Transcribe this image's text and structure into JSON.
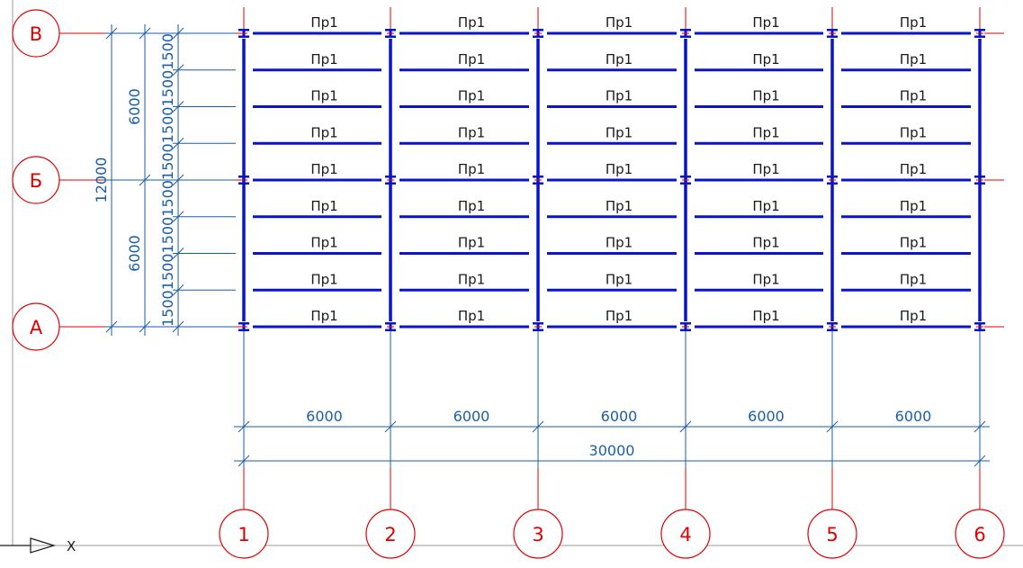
{
  "drawing": {
    "column_axes": [
      "1",
      "2",
      "3",
      "4",
      "5",
      "6"
    ],
    "row_axes": [
      "В",
      "Б",
      "А"
    ],
    "beam_label": "Пр1",
    "horizontal_dimensions": {
      "spans": [
        "6000",
        "6000",
        "6000",
        "6000",
        "6000"
      ],
      "total": "30000"
    },
    "vertical_dimensions": {
      "total": "12000",
      "halves": [
        "6000",
        "6000"
      ],
      "spacing": [
        "1500",
        "1500",
        "1500",
        "1500",
        "1500",
        "1500",
        "1500",
        "1500"
      ]
    },
    "ucs_axis_label": "X"
  },
  "colors": {
    "axis": "#e00000",
    "beam": "#0a14c8",
    "dimension": "#1a5ea8",
    "text": "#1a1a1a",
    "frame": "#9a9a9a"
  }
}
